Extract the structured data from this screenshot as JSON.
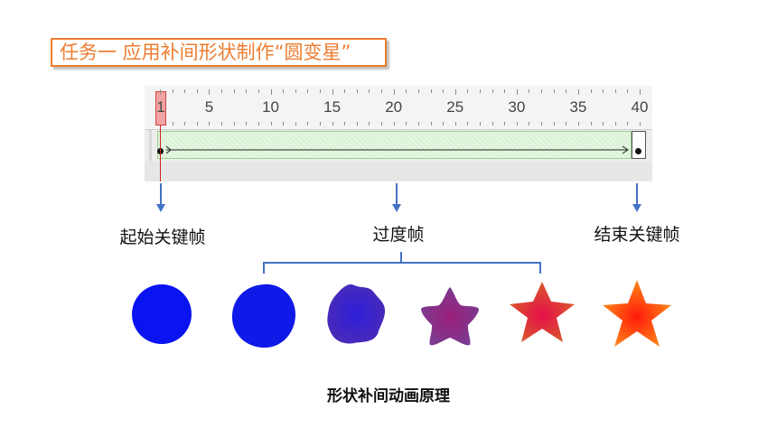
{
  "title": "任务一 应用补间形状制作“圆变星”",
  "timeline": {
    "tick_labels": [
      "1",
      "5",
      "10",
      "15",
      "20",
      "25",
      "30",
      "35",
      "40"
    ],
    "total_frames": 40
  },
  "labels": {
    "start_keyframe": "起始关键帧",
    "tween_frames": "过度帧",
    "end_keyframe": "结束关键帧"
  },
  "shapes": [
    {
      "name": "circle",
      "fill": "#0a14f0"
    },
    {
      "name": "rough-circle",
      "fill": "#0f1ae8"
    },
    {
      "name": "blob",
      "fill": "#3b23c6"
    },
    {
      "name": "soft-star",
      "fill": "#8d2b86"
    },
    {
      "name": "star",
      "fill": "#d8322e"
    },
    {
      "name": "star",
      "fill": "#ff4c12"
    }
  ],
  "caption": "形状补间动画原理",
  "colors": {
    "title": "#ed7d31",
    "arrow": "#4472c4",
    "playhead": "#d02020",
    "tween": "#d9f2d4"
  }
}
